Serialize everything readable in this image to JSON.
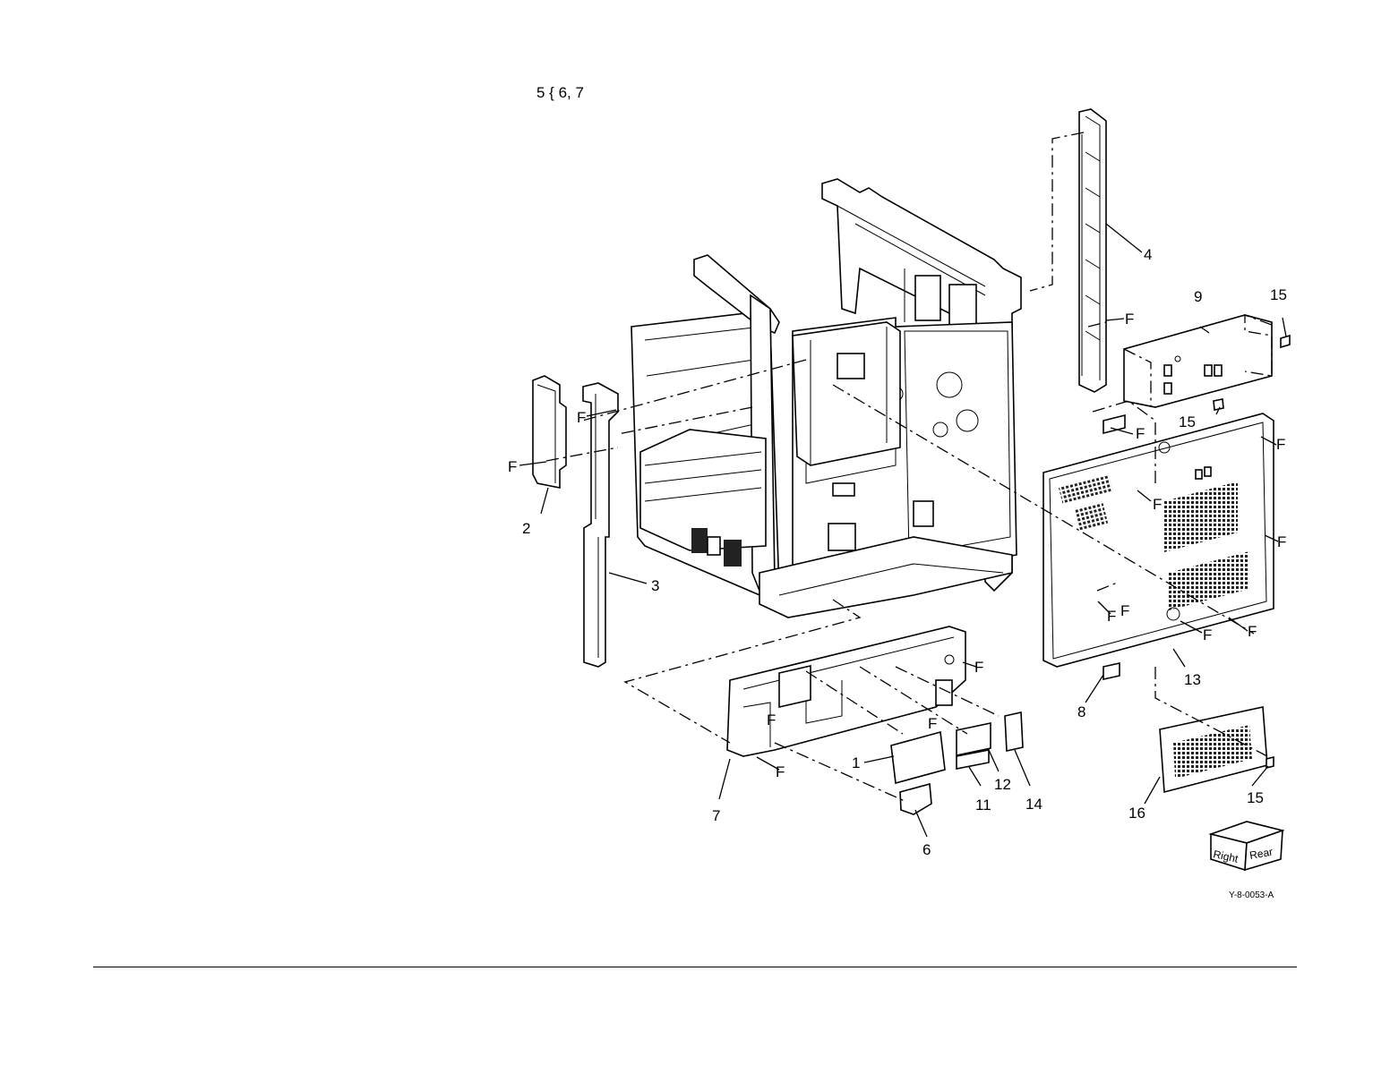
{
  "note": "5 { 6, 7",
  "figure_id": "Y-8-0053-A",
  "fastener_label": "F",
  "orientation_cube": {
    "left_face": "Right",
    "right_face": "Rear"
  },
  "callouts": [
    {
      "id": "c1",
      "text": "1"
    },
    {
      "id": "c2",
      "text": "2"
    },
    {
      "id": "c3",
      "text": "3"
    },
    {
      "id": "c4",
      "text": "4"
    },
    {
      "id": "c6",
      "text": "6"
    },
    {
      "id": "c7",
      "text": "7"
    },
    {
      "id": "c8",
      "text": "8"
    },
    {
      "id": "c9",
      "text": "9"
    },
    {
      "id": "c11",
      "text": "11"
    },
    {
      "id": "c12",
      "text": "12"
    },
    {
      "id": "c13",
      "text": "13"
    },
    {
      "id": "c14",
      "text": "14"
    },
    {
      "id": "c15a",
      "text": "15"
    },
    {
      "id": "c15b",
      "text": "15"
    },
    {
      "id": "c15c",
      "text": "15"
    },
    {
      "id": "c16",
      "text": "16"
    }
  ]
}
